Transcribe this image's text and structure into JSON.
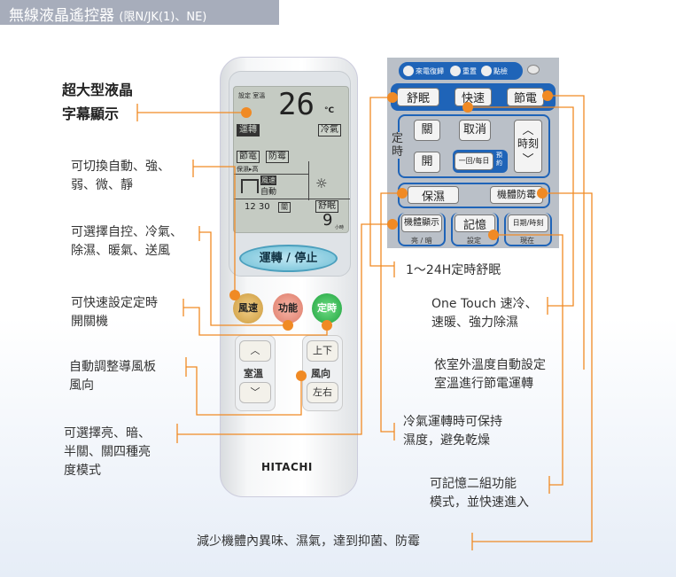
{
  "title": {
    "main": "無線液晶遙控器",
    "sub": "(限N/JK(1)、NE)"
  },
  "remote": {
    "lcd": {
      "set_label": "設定 室溫",
      "temp": "26",
      "unit": "°C",
      "run": "運轉",
      "mode": "冷氣",
      "eco": "節電",
      "mold": "防霉",
      "humid": "保濕▸高",
      "fan_label": "風速",
      "fan_auto": "自動",
      "time": "12 30",
      "time_tag": "關",
      "sleep": "舒眠",
      "hours": "9",
      "hours_unit": "小時"
    },
    "power_label": "運轉 / 停止",
    "fan_btn": "風速",
    "func_btn": "功能",
    "timer_btn": "定時",
    "temp_label": "室溫",
    "up": "︿",
    "down": "﹀",
    "louver_label": "風向",
    "updown": "上下",
    "leftright": "左右",
    "brand": "HITACHI"
  },
  "panel": {
    "reset_items": [
      "來電復歸",
      "重置",
      "點檢"
    ],
    "sleep": "舒眠",
    "fast": "快速",
    "eco": "節電",
    "timer_label": "定時",
    "off": "關",
    "cancel": "取消",
    "on": "開",
    "once_daily": "一回/每日",
    "reserve": "預約",
    "clock": "時刻",
    "clock_up": "︿",
    "clock_down": "﹀",
    "humid": "保濕",
    "mold": "機體防霉",
    "display": "機體顯示",
    "display_sub": "亮 / 暗",
    "memory": "記憶",
    "memory_sub": "設定",
    "datetime": "日期/時刻",
    "datetime_sub": "現在"
  },
  "annotations": {
    "lcd": "超大型液晶\n字幕顯示",
    "fan": "可切換自動、強、\n弱、微、靜",
    "mode": "可選擇自控、冷氣、\n除濕、暖氣、送風",
    "timer": "可快速設定定時\n開關機",
    "louver": "自動調整導風板\n風向",
    "brightness": "可選擇亮、暗、\n半關、關四種亮\n度模式",
    "sleep": "1～24H定時舒眠",
    "fast": "One Touch 速冷、\n速暖、強力除濕",
    "eco": "依室外溫度自動設定\n室溫進行節電運轉",
    "humid": "冷氣運轉時可保持\n濕度，避免乾燥",
    "memory": "可記憶二組功能\n模式，並快速進入",
    "mold": "減少機體內異味、濕氣，達到抑菌、防霉"
  },
  "colors": {
    "accent": "#f08a24",
    "panel_blue": "#1f64b8"
  }
}
